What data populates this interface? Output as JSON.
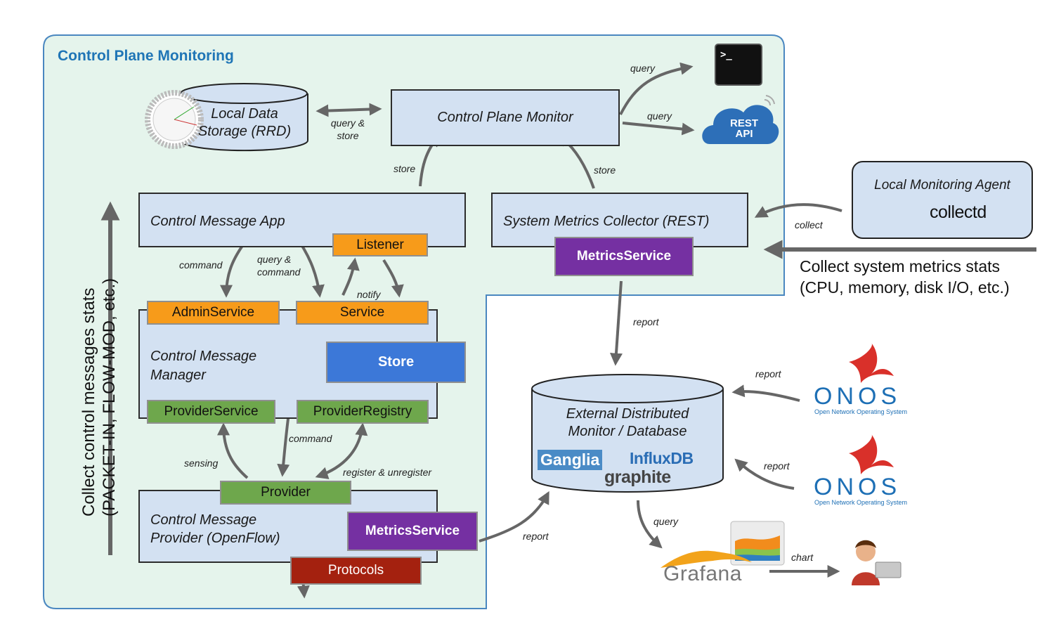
{
  "title": "Control Plane Monitoring",
  "nodes": {
    "local_storage": "Local Data Storage (RRD)",
    "cp_monitor": "Control Plane Monitor",
    "cm_app": "Control Message App",
    "smc": "System Metrics Collector (REST)",
    "lma": "Local Monitoring Agent",
    "collectd": "collectd",
    "cm_manager": "Control Message Manager",
    "cm_provider": "Control Message Provider (OpenFlow)",
    "ext_db": "External Distributed Monitor / Database",
    "rest_api": "REST API",
    "terminal_prompt": ">_"
  },
  "buttons": {
    "listener": "Listener",
    "metrics_service_top": "MetricsService",
    "admin_service": "AdminService",
    "service": "Service",
    "store": "Store",
    "provider_service": "ProviderService",
    "provider_registry": "ProviderRegistry",
    "provider": "Provider",
    "metrics_service_bottom": "MetricsService",
    "protocols": "Protocols"
  },
  "edge_labels": {
    "query_top": "query",
    "query_rest": "query",
    "query_store": "query & store",
    "store_left": "store",
    "store_right": "store",
    "collect": "collect",
    "command_left": "command",
    "query_command": "query & command",
    "notify": "notify",
    "report_top": "report",
    "report_onos1": "report",
    "report_onos2": "report",
    "command_mid": "command",
    "sensing": "sensing",
    "register": "register & unregister",
    "report_bottom": "report",
    "query_grafana": "query",
    "chart": "chart"
  },
  "side_text_left": [
    "Collect control messages stats",
    "(PACKET-IN, FLOW-MOD, etc.)"
  ],
  "side_text_right": [
    "Collect system metrics stats",
    "(CPU, memory, disk I/O, etc.)"
  ],
  "logos": {
    "onos1": "ONOS",
    "onos1_sub": "Open Network Operating System",
    "onos2": "ONOS",
    "onos2_sub": "Open Network Operating System",
    "ganglia": "Ganglia",
    "influxdb": "InfluxDB",
    "graphite": "graphite",
    "grafana": "Grafana"
  },
  "colors": {
    "frame_bg": "#e5f4ec",
    "frame_border": "#4a87c0",
    "box_bg": "#d3e1f2",
    "orange": "#f79b1a",
    "green": "#6ea74c",
    "purple": "#7530a2",
    "blue": "#3c78d8",
    "red": "#a4210f",
    "title": "#1f75b6"
  }
}
